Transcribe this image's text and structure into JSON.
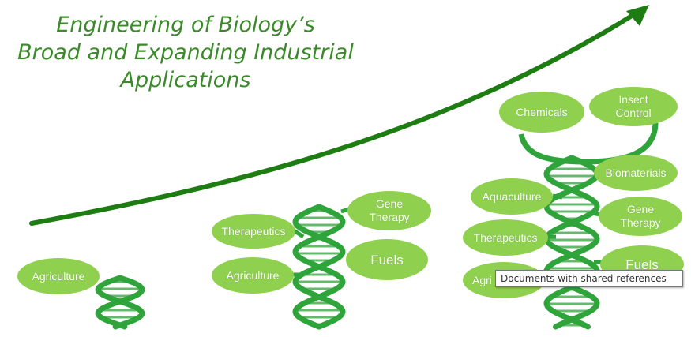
{
  "title": {
    "line1": "Engineering of Biology’s",
    "line2": "Broad and Expanding Industrial",
    "line3": "Applications"
  },
  "colors": {
    "title": "#3a8a2a",
    "arrow": "#1e7d12",
    "helix": "#2fa43a",
    "bubble": "#8fd14f",
    "bubble_text": "#ffffff"
  },
  "stage1": {
    "agriculture": "Agriculture"
  },
  "stage2": {
    "therapeutics": "Therapeutics",
    "agriculture": "Agriculture",
    "gene_therapy": "Gene Therapy",
    "fuels": "Fuels"
  },
  "stage3": {
    "chemicals": "Chemicals",
    "insect_control": "Insect Control",
    "biomaterials": "Biomaterials",
    "aquaculture": "Aquaculture",
    "gene_therapy": "Gene Therapy",
    "therapeutics": "Therapeutics",
    "fuels": "Fuels",
    "agriculture": "Agri"
  },
  "tooltip": {
    "text": "Documents with shared references"
  }
}
